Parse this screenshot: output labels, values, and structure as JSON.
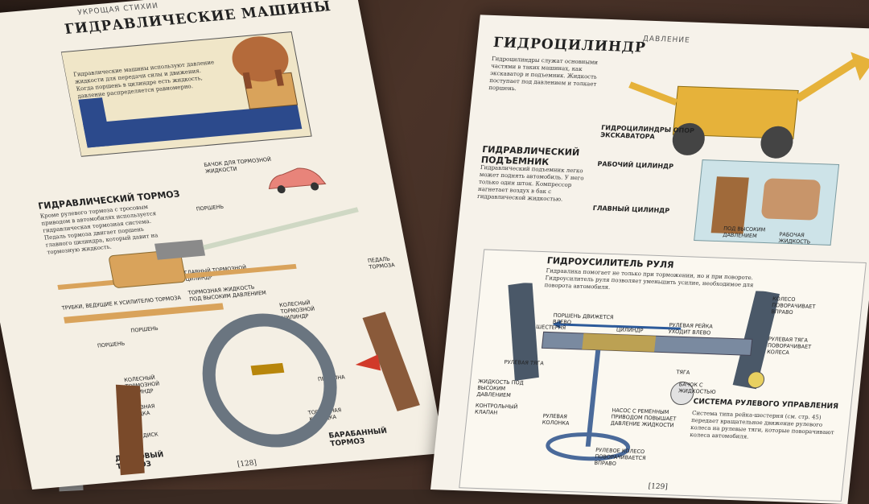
{
  "left_page": {
    "section_tag": "УКРОЩАЯ СТИХИИ",
    "title": "ГИДРАВЛИЧЕСКИЕ МАШИНЫ",
    "intro": "Гидравлические машины используют давление жидкости для передачи силы и движения. Когда поршень в цилиндре есть жидкость, давление распределяется равномерно.",
    "brake_subtitle": "ГИДРАВЛИЧЕСКИЙ ТОРМОЗ",
    "brake_text": "Кроме рулевого тормоза с тросовым приводом в автомобилях используется гидравлическая тормозная система. Педаль тормоза двигает поршень главного цилиндра, который давит на тормозную жидкость.",
    "labels": {
      "brake_fluid_tank": "БАЧОК ДЛЯ ТОРМОЗНОЙ ЖИДКОСТИ",
      "piston": "ПОРШЕНЬ",
      "master_cylinder": "ГЛАВНЫЙ ТОРМОЗНОЙ ЦИЛИНДР",
      "high_pressure_fluid": "ТОРМОЗНАЯ ЖИДКОСТЬ ПОД ВЫСОКИМ ДАВЛЕНИЕМ",
      "wheel_cylinder": "КОЛЕСНЫЙ ТОРМОЗНОЙ ЦИЛИНДР",
      "brake_pedal": "ПЕДАЛЬ ТОРМОЗА",
      "spring": "ПРУЖИНА",
      "brake_shoe": "ТОРМОЗНАЯ КОЛОДКА",
      "drum_brake": "БАРАБАННЫЙ ТОРМОЗ",
      "disc_brake": "ДИСКОВЫЙ ТОРМОЗ",
      "disc": "ДИСК",
      "brake_pad": "ТОРМОЗНАЯ КОЛОДКА",
      "piston2": "ПОРШЕНЬ",
      "piston3": "ПОРШЕНЬ",
      "wheel_cyl2": "КОЛЕСНЫЙ ТОРМОЗНОЙ ЦИЛИНДР",
      "tube": "ТРУБКИ, ВЕДУЩИЕ К УСИЛИТЕЛЮ ТОРМОЗА"
    },
    "page_number": "[128]"
  },
  "right_page": {
    "title": "ГИДРОЦИЛИНДР",
    "section_tag": "ДАВЛЕНИЕ",
    "intro": "Гидроцилиндры служат основными частями в таких машинах, как экскаватор и подъемник. Жидкость поступает под давлением и толкает поршень.",
    "lift_subtitle": "ГИДРАВЛИЧЕСКИЙ ПОДЪЕМНИК",
    "lift_text": "Гидравлический подъемник легко может поднять автомобиль. У него только один шток. Компрессор нагнетает воздух в бак с гидравлической жидкостью.",
    "excavator_subtitle": "ГИДРОЦИЛИНДРЫ ОПОР ЭКСКАВАТОРА",
    "work_cyl": "РАБОЧИЙ ЦИЛИНДР",
    "main_cyl": "ГЛАВНЫЙ ЦИЛИНДР",
    "steering_subtitle": "ГИДРОУСИЛИТЕЛЬ РУЛЯ",
    "steering_text": "Гидравлика помогает не только при торможении, но и при повороте. Гидроусилитель руля позволяет уменьшить усилие, необходимое для поворота автомобиля.",
    "labels": {
      "piston_moves_left": "ПОРШЕНЬ ДВИЖЕТСЯ ВЛЕВО",
      "gear": "ШЕСТЕРНЯ",
      "cylinder": "ЦИЛИНДР",
      "rack_left": "РУЛЕВАЯ РЕЙКА УХОДИТ ВЛЕВО",
      "wheel_right": "КОЛЕСО ПОВОРАЧИВАЕТ ВПРАВО",
      "tie_rod_left": "РУЛЕВАЯ ТЯГА",
      "tie_rod_right": "РУЛЕВАЯ ТЯГА ПОВОРАЧИВАЕТ КОЛЕСА",
      "rod": "ТЯГА",
      "fluid_tank": "БАЧОК С ЖИДКОСТЬЮ",
      "hp_fluid": "ЖИДКОСТЬ ПОД ВЫСОКИМ ДАВЛЕНИЕМ",
      "control_valve": "КОНТРОЛЬНЫЙ КЛАПАН",
      "steering_column": "РУЛЕВАЯ КОЛОНКА",
      "pump": "НАСОС С РЕМЕННЫМ ПРИВОДОМ ПОВЫШАЕТ ДАВЛЕНИЕ ЖИДКОСТИ",
      "wheel_turns_right": "РУЛЕВОЕ КОЛЕСО ПОВОРАЧИВАЕТСЯ ВПРАВО",
      "high_pressure": "ПОД ВЫСОКИМ ДАВЛЕНИЕМ",
      "work_fluid": "РАБОЧАЯ ЖИДКОСТЬ"
    },
    "steering_system_subtitle": "СИСТЕМА РУЛЕВОГО УПРАВЛЕНИЯ",
    "steering_system_text": "Система типа рейка-шестерня (см. стр. 45) передает вращательное движение рулевого колеса на рулевые тяги, которые поворачивают колеса автомобиля.",
    "page_number": "[129]"
  }
}
